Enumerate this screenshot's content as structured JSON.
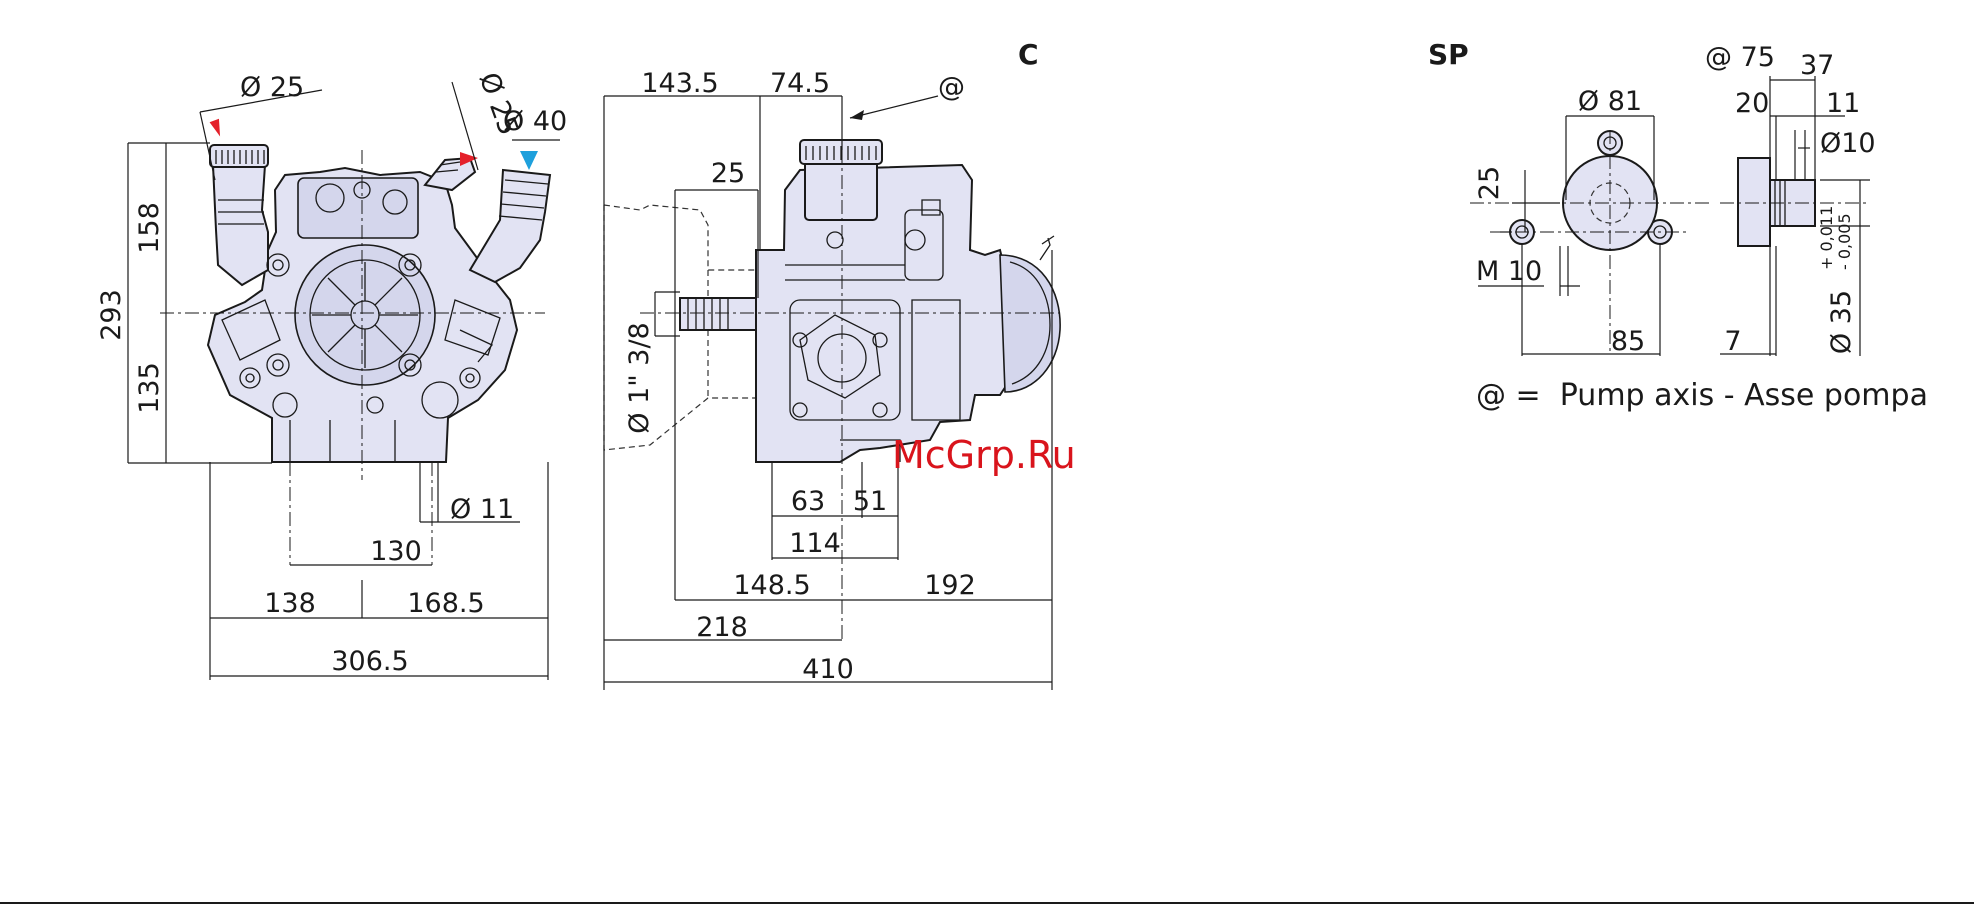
{
  "views": {
    "front": {
      "inlet_dia_1": "Ø 25",
      "inlet_dia_2": "Ø 25",
      "suction_dia": "Ø 40",
      "height_total": "293",
      "height_top": "158",
      "height_bottom": "135",
      "hole_dia": "Ø 11",
      "foot_span": "130",
      "width_left": "138",
      "width_right": "168.5",
      "width_total": "306.5"
    },
    "side": {
      "label": "C",
      "top_left": "143.5",
      "top_right": "74.5",
      "axis_marker": "@",
      "shaft_len": "25",
      "shaft_dia": "Ø 1\" 3/8",
      "base_a": "63",
      "base_b": "51",
      "base_total": "114",
      "len_left": "148.5",
      "len_right": "192",
      "len_axis": "218",
      "len_total": "410"
    },
    "flange": {
      "label": "SP",
      "axis_dist": "@ 75",
      "d37": "37",
      "d20": "20",
      "d11": "11",
      "dia81": "Ø 81",
      "dia10": "Ø10",
      "d25": "25",
      "thread": "M 10",
      "d85": "85",
      "d7": "7",
      "shaft_dia": "Ø 35",
      "tol_plus": "+ 0,011",
      "tol_minus": "- 0,005"
    }
  },
  "legend": "@ =  Pump axis - Asse pompa",
  "watermark": "McGrp.Ru",
  "colors": {
    "body_fill": "#e2e3f3",
    "arrow_red": "#e4202a",
    "arrow_blue": "#1ea0dc",
    "watermark": "#d9141c"
  }
}
